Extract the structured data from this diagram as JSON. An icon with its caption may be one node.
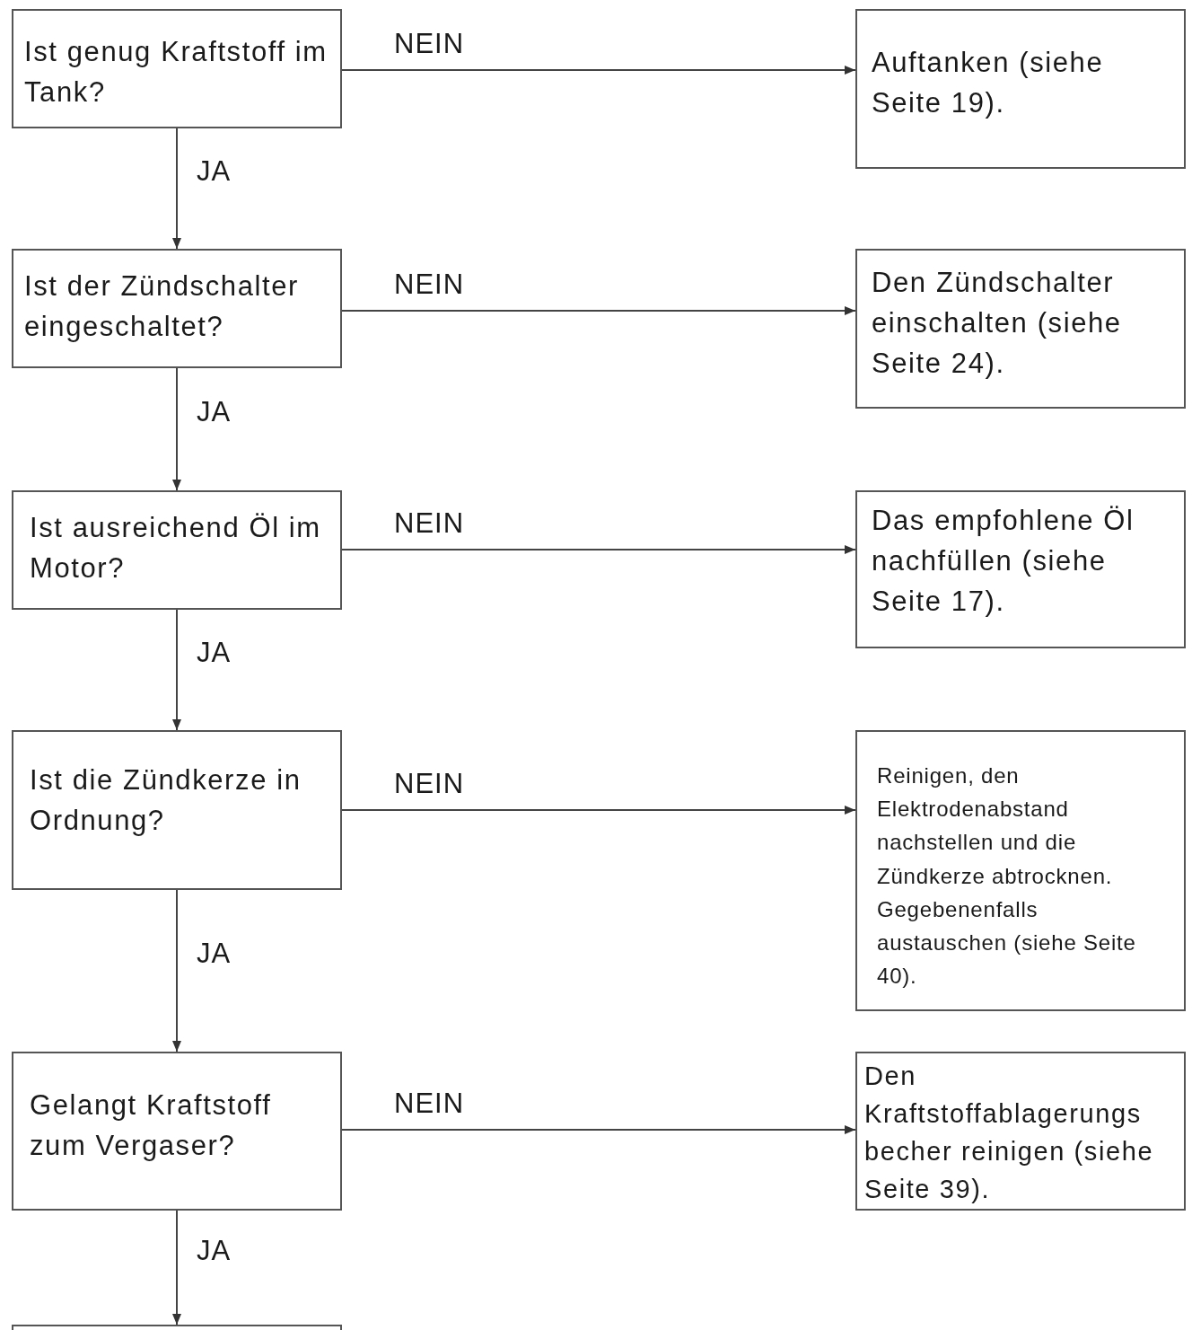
{
  "diagram": {
    "nodes": [
      {
        "text": [
          "Ist genug Kraftstoff im Tank?"
        ]
      },
      {
        "text": [
          "Auftanken (siehe Seite 19)."
        ]
      },
      {
        "text": [
          "Ist der Zündschalter eingeschaltet?"
        ]
      },
      {
        "text": [
          "Den Zündschalter einschalten (siehe Seite 24)."
        ]
      },
      {
        "text": [
          "Ist ausreichend Öl im Motor?"
        ]
      },
      {
        "text": [
          "Das empfohlene Öl nachfüllen (siehe Seite 17)."
        ]
      },
      {
        "text": [
          "Ist die Zündkerze in Ordnung?"
        ]
      },
      {
        "text": [
          "Reinigen, den Elektrodenabstand nachstellen und die Zündkerze abtrocknen. Gegebenenfalls austauschen (siehe Seite 40)."
        ]
      },
      {
        "text": [
          "Gelangt Kraftstoff zum Vergaser?"
        ]
      },
      {
        "text": [
          "Den Kraftstoffablagerungs becher reinigen (siehe Seite 39)."
        ]
      },
      {
        "text": [],
        "shape": "box"
      }
    ],
    "edges": [
      {
        "from": 0,
        "to": 1,
        "arrow": "to",
        "label": "NEIN"
      },
      {
        "from": 0,
        "to": 2,
        "arrow": "to",
        "label": "JA"
      },
      {
        "from": 2,
        "to": 3,
        "arrow": "to",
        "label": "NEIN"
      },
      {
        "from": 2,
        "to": 4,
        "arrow": "to",
        "label": "JA"
      },
      {
        "from": 4,
        "to": 5,
        "arrow": "to",
        "label": "NEIN"
      },
      {
        "from": 4,
        "to": 6,
        "arrow": "to",
        "label": "JA"
      },
      {
        "from": 6,
        "to": 7,
        "arrow": "to",
        "label": "NEIN"
      },
      {
        "from": 6,
        "to": 8,
        "arrow": "to",
        "label": "JA"
      },
      {
        "from": 8,
        "to": 9,
        "arrow": "to",
        "label": "NEIN"
      },
      {
        "from": 8,
        "to": 10,
        "arrow": "to",
        "label": "JA"
      }
    ]
  }
}
